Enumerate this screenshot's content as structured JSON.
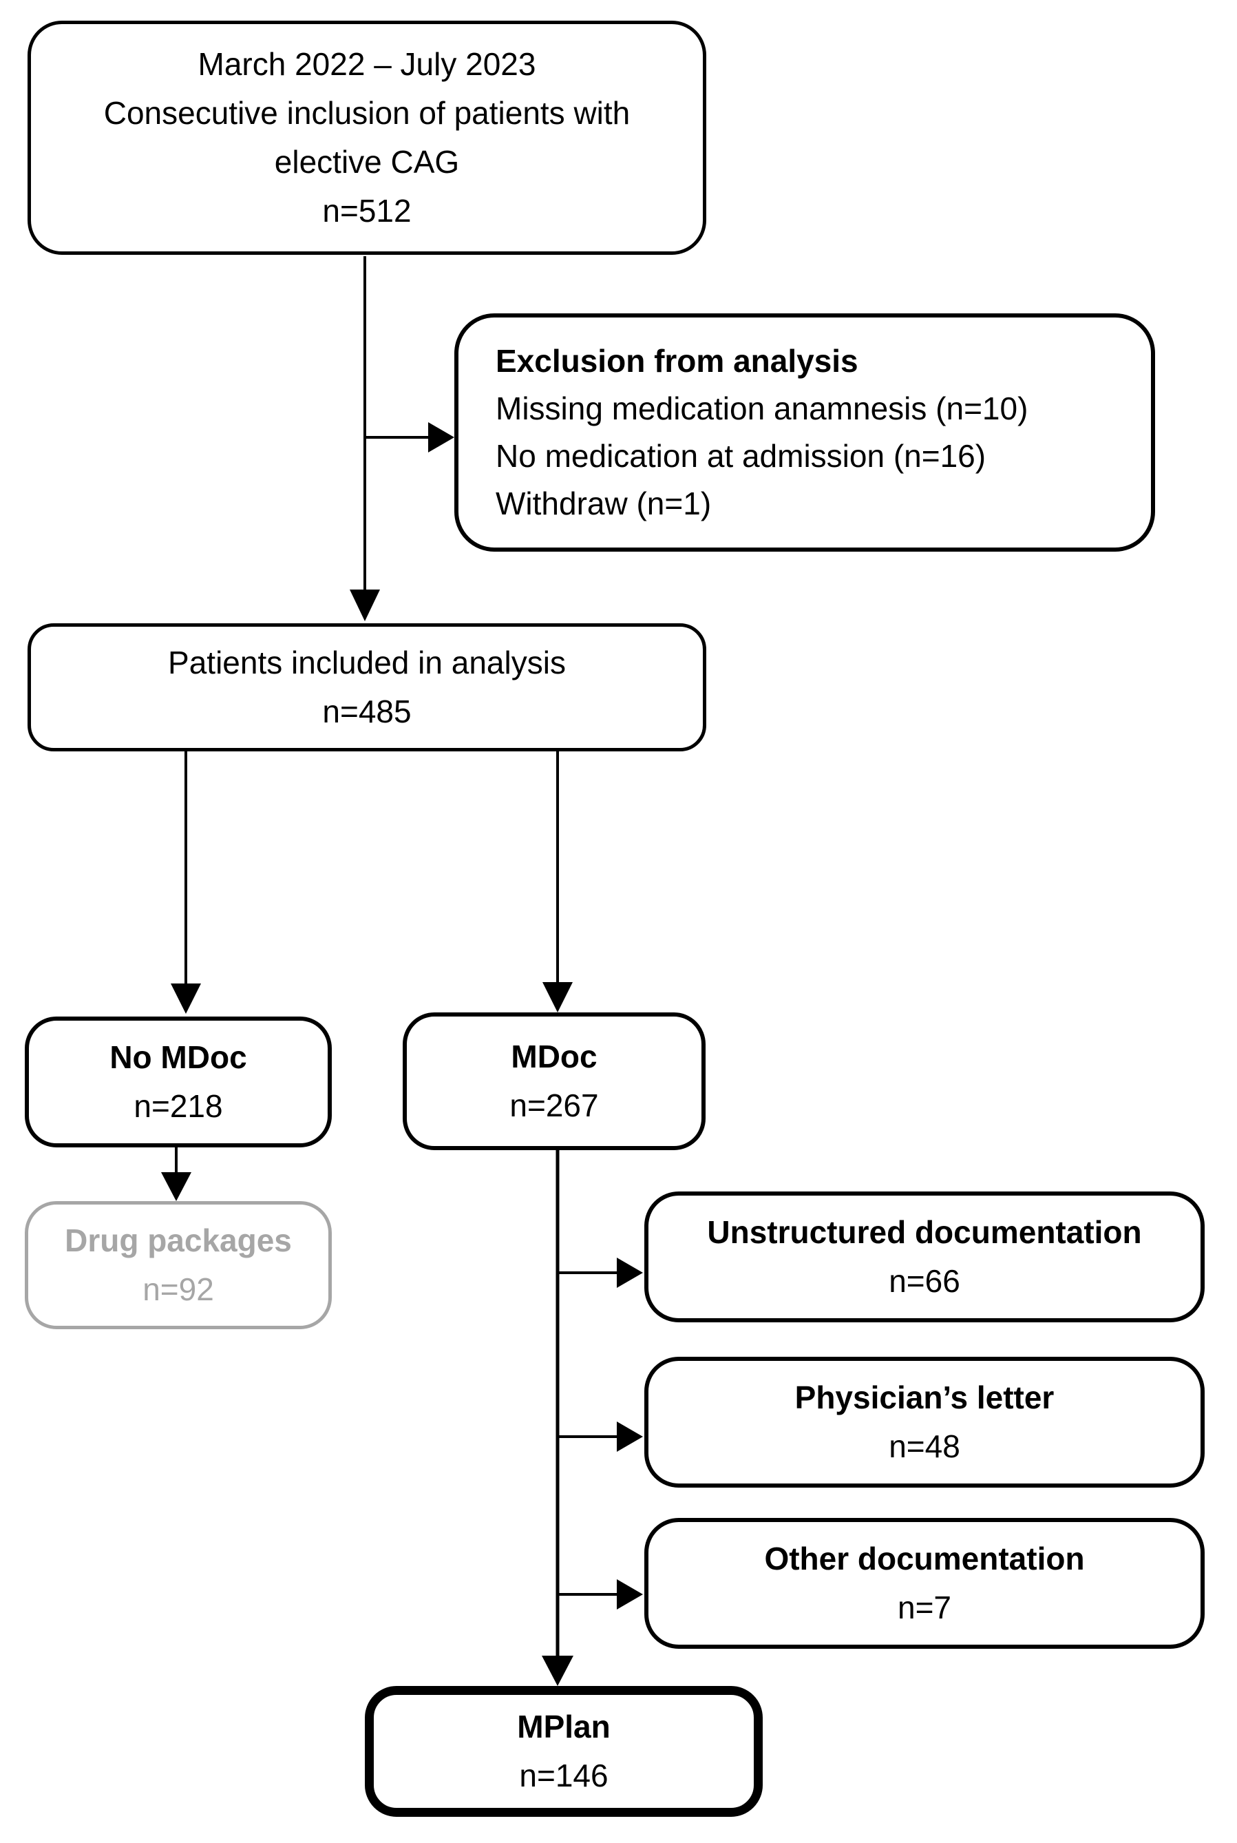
{
  "diagram": {
    "kind": "patient-flow-chart",
    "colors": {
      "line": "#000000",
      "text": "#000000",
      "muted": "#a6a6a6",
      "background": "#ffffff"
    },
    "nodes": {
      "inclusion": {
        "period": "March 2022 – July 2023",
        "line2": "Consecutive inclusion of patients with",
        "line3": "elective CAG",
        "count": "n=512"
      },
      "exclusion": {
        "title": "Exclusion from analysis",
        "items": [
          "Missing medication anamnesis (n=10)",
          "No medication at admission (n=16)",
          "Withdraw (n=1)"
        ]
      },
      "included": {
        "title": "Patients included in analysis",
        "count": "n=485"
      },
      "no_mdoc": {
        "title": "No MDoc",
        "count": "n=218"
      },
      "mdoc": {
        "title": "MDoc",
        "count": "n=267"
      },
      "drug_packages": {
        "title": "Drug packages",
        "count": "n=92"
      },
      "unstructured": {
        "title": "Unstructured documentation",
        "count": "n=66"
      },
      "physician_letter": {
        "title": "Physician’s letter",
        "count": "n=48"
      },
      "other_documentation": {
        "title": "Other documentation",
        "count": "n=7"
      },
      "mplan": {
        "title": "MPlan",
        "count": "n=146"
      }
    }
  }
}
